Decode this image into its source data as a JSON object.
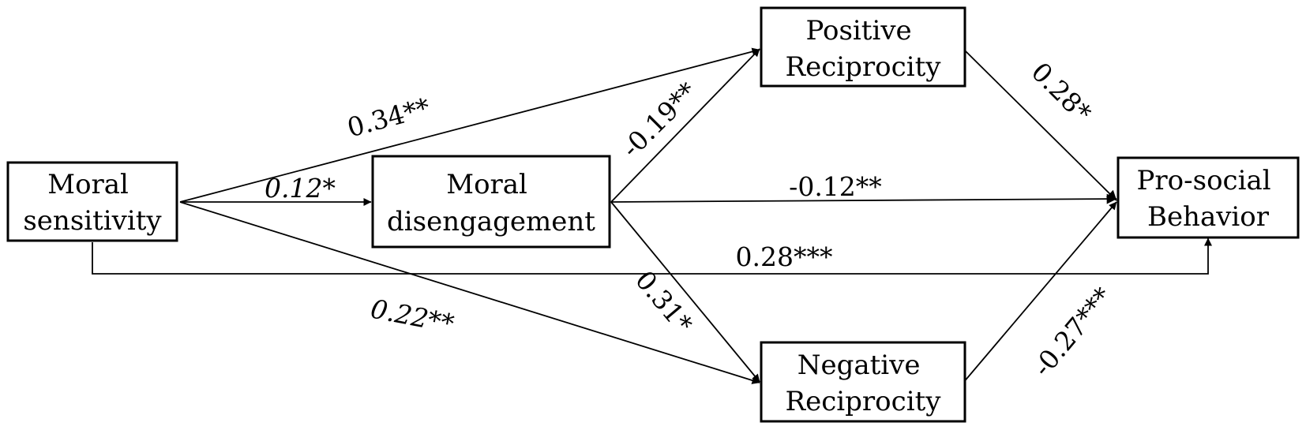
{
  "nodes": {
    "moral_sensitivity": [
      "Moral",
      "sensitivity"
    ],
    "moral_disengagement": [
      "Moral",
      "disengagement"
    ],
    "positive_reciprocity": [
      "Positive",
      "Reciprocity"
    ],
    "negative_reciprocity": [
      "Negative",
      "Reciprocity"
    ],
    "prosocial_behavior": [
      "Pro-social",
      "Behavior"
    ]
  },
  "paths": {
    "sensitivity_to_positive": "0.34**",
    "sensitivity_to_disengagement": "0.12*",
    "sensitivity_to_negative": "0.22**",
    "sensitivity_to_prosocial": "0.28***",
    "disengagement_to_positive": "-0.19**",
    "disengagement_to_prosocial": "-0.12**",
    "disengagement_to_negative": "0.31*",
    "positive_to_prosocial": "0.28*",
    "negative_to_prosocial": "-0.27***"
  }
}
